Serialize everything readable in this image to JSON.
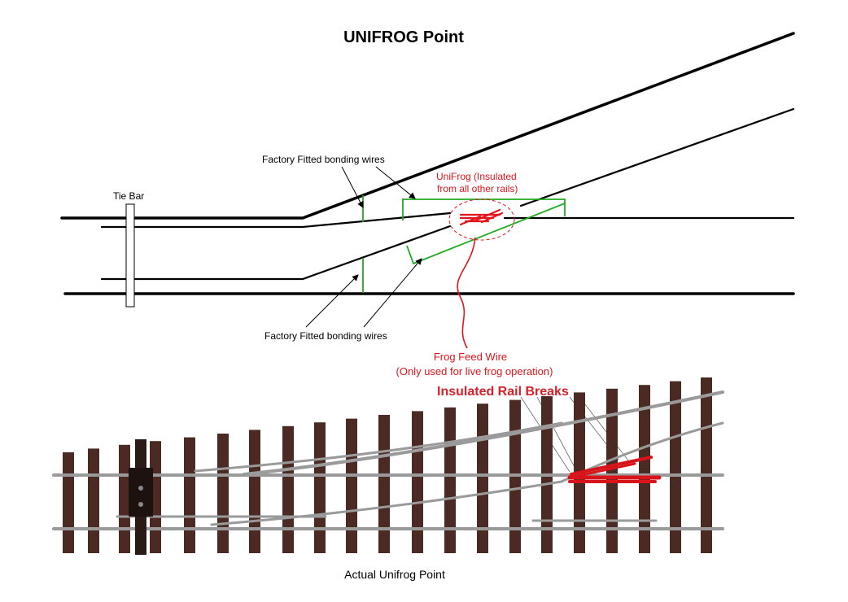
{
  "title": "UNIFROG Point",
  "labels": {
    "tie_bar": "Tie Bar",
    "bonding_top": "Factory Fitted bonding wires",
    "bonding_bottom": "Factory Fitted bonding wires",
    "unifrog_line1": "UniFrog (Insulated",
    "unifrog_line2": "from all other rails)",
    "feed_line1": "Frog Feed Wire",
    "feed_line2": "(Only used for live frog operation)",
    "insulated_breaks": "Insulated Rail Breaks",
    "caption": "Actual Unifrog Point"
  },
  "colors": {
    "rail": "#000000",
    "bonding_wire": "#22aa22",
    "frog": "#e3141b",
    "sleeper": "#4a2a22",
    "insulated_rail": "#d8141b"
  }
}
